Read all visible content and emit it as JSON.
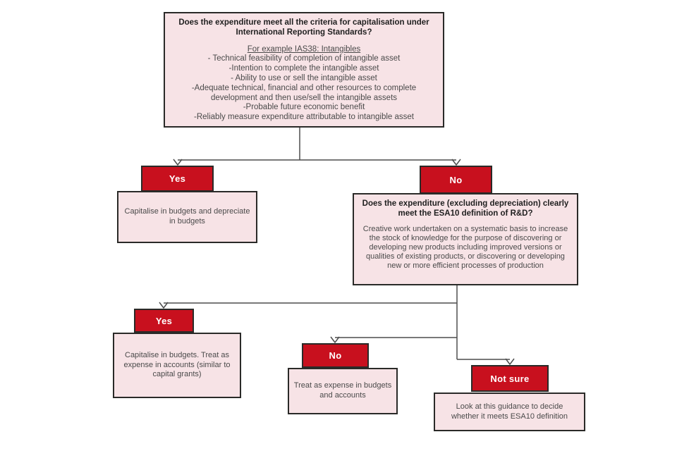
{
  "colors": {
    "red": "#c8101e",
    "pink": "#f7e3e6",
    "outline": "#2a2a28",
    "line": "#4d4d4d",
    "title-text": "#1f1f1f",
    "body-text": "#4a4a4a",
    "tag-text": "#ffffff"
  },
  "flowchart": {
    "root": {
      "title": "Does the expenditure meet all the criteria for capitalisation under International Reporting Standards?",
      "example_heading": "For example IAS38: Intangibles",
      "criteria": [
        "- Technical feasibility of  completion of intangible asset",
        "-Intention to complete the intangible asset",
        "- Ability to use or sell the intangible asset",
        "-Adequate technical, financial and other resources to complete development and then use/sell the intangible assets",
        "-Probable future economic benefit",
        "-Reliably measure expenditure attributable to intangible asset"
      ]
    },
    "level1": {
      "yes": {
        "label": "Yes",
        "outcome": "Capitalise in budgets and depreciate in budgets"
      },
      "no": {
        "label": "No"
      }
    },
    "esa10": {
      "title": "Does the expenditure (excluding depreciation) clearly meet the ESA10 definition of R&D?",
      "definition": "Creative work undertaken on a systematic basis to increase the stock of knowledge for the purpose of discovering or developing new products including improved versions or qualities of existing products, or discovering or developing new or more efficient processes  of production"
    },
    "level2": {
      "yes": {
        "label": "Yes",
        "outcome": "Capitalise in budgets. Treat as expense in accounts (similar to capital grants)"
      },
      "no": {
        "label": "No",
        "outcome": "Treat as expense in budgets and accounts"
      },
      "not_sure": {
        "label": "Not sure",
        "outcome": "Look at this guidance to decide whether it meets ESA10 definition"
      }
    }
  }
}
